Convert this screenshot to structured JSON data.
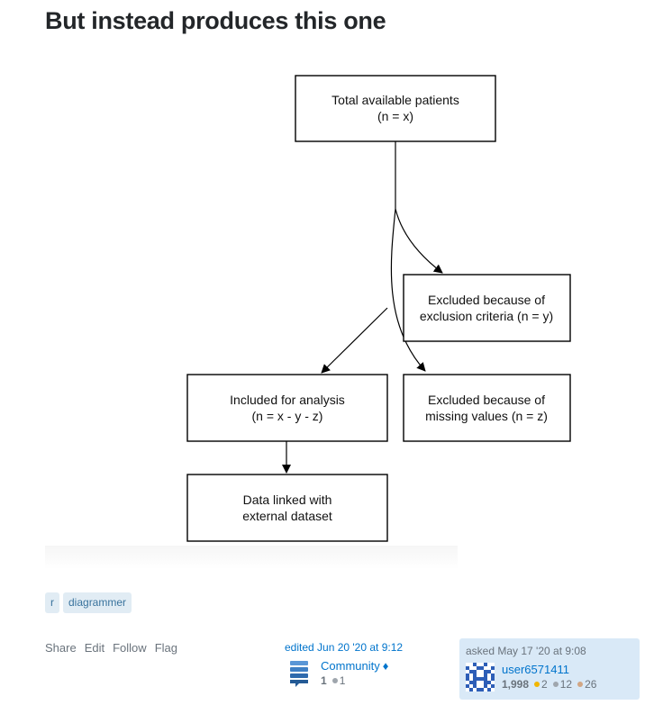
{
  "heading": "But instead produces this one",
  "diagram": {
    "nodes": {
      "total": [
        "Total available patients",
        "(n = x)"
      ],
      "excluded_criteria": [
        "Excluded because of",
        "exclusion criteria (n = y)"
      ],
      "included": [
        "Included for analysis",
        "(n = x - y - z)"
      ],
      "excluded_missing": [
        "Excluded because of",
        "missing values (n = z)"
      ],
      "linked": [
        "Data linked with",
        "external dataset"
      ]
    }
  },
  "tags": [
    "r",
    "diagrammer"
  ],
  "post_menu": {
    "share": "Share",
    "edit": "Edit",
    "follow": "Follow",
    "flag": "Flag"
  },
  "edited": {
    "time": "edited Jun 20 '20 at 9:12",
    "user": "Community",
    "reputation": "1",
    "badges": {
      "silver": "1"
    },
    "icon": "community-avatar-icon",
    "diamond_icon": "moderator-diamond-icon"
  },
  "asked": {
    "time": "asked May 17 '20 at 9:08",
    "user": "user6571411",
    "reputation": "1,998",
    "badges": {
      "gold": "2",
      "silver": "12",
      "bronze": "26"
    },
    "icon": "identicon-avatar"
  },
  "colors": {
    "link": "#0074cc",
    "tag_bg": "#e1ecf4",
    "tag_text": "#39739d",
    "asked_card_bg": "#d9e9f7",
    "gold": "#f1b600",
    "silver": "#9fa6ad",
    "bronze": "#d1a684"
  }
}
